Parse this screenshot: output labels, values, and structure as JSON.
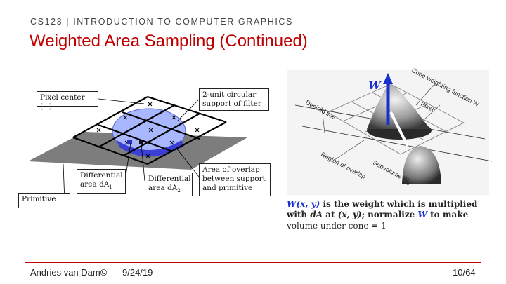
{
  "header": "CS123 | INTRODUCTION TO COMPUTER GRAPHICS",
  "title": "Weighted Area Sampling (Continued)",
  "left_figure": {
    "pixel_center_label": "Pixel center (+)",
    "support_label_line1": "2-unit circular",
    "support_label_line2": "support of filter",
    "differential1_line1": "Differential",
    "differential1_line2": "area dA",
    "differential1_sub": "1",
    "differential2_line1": "Differential",
    "differential2_line2": "area dA",
    "differential2_sub": "2",
    "overlap_line1": "Area of overlap",
    "overlap_line2": "between support",
    "overlap_line3": "and primitive",
    "primitive_label": "Primitive"
  },
  "right_figure": {
    "w_symbol": "W",
    "cone_label_line1": "Cone weighting function W",
    "pixel_label": "Pixel",
    "desired_line_label": "Desired line",
    "overlap_label": "Region of overlap",
    "subvolume_label": "Subvolume W",
    "subvolume_sub": "s"
  },
  "caption": {
    "w1": "W(x, y)",
    "t1": " is the weight which is multiplied",
    "t2a": "with ",
    "dA": "dA",
    "t2b": " at ",
    "xy": "(x, y)",
    "t2c": "; normalize ",
    "w2": "W",
    "t2d": " to make",
    "t3": "volume under cone = 1"
  },
  "footer": {
    "author": "Andries van Dam©",
    "date": "9/24/19",
    "page": "10/64"
  },
  "colors": {
    "accent": "#c00000",
    "circle_fill": "#9fb0ff",
    "circle_dark": "#3b3fd6",
    "primitive": "#7a7a7a",
    "w_blue": "#1a2fcf"
  }
}
